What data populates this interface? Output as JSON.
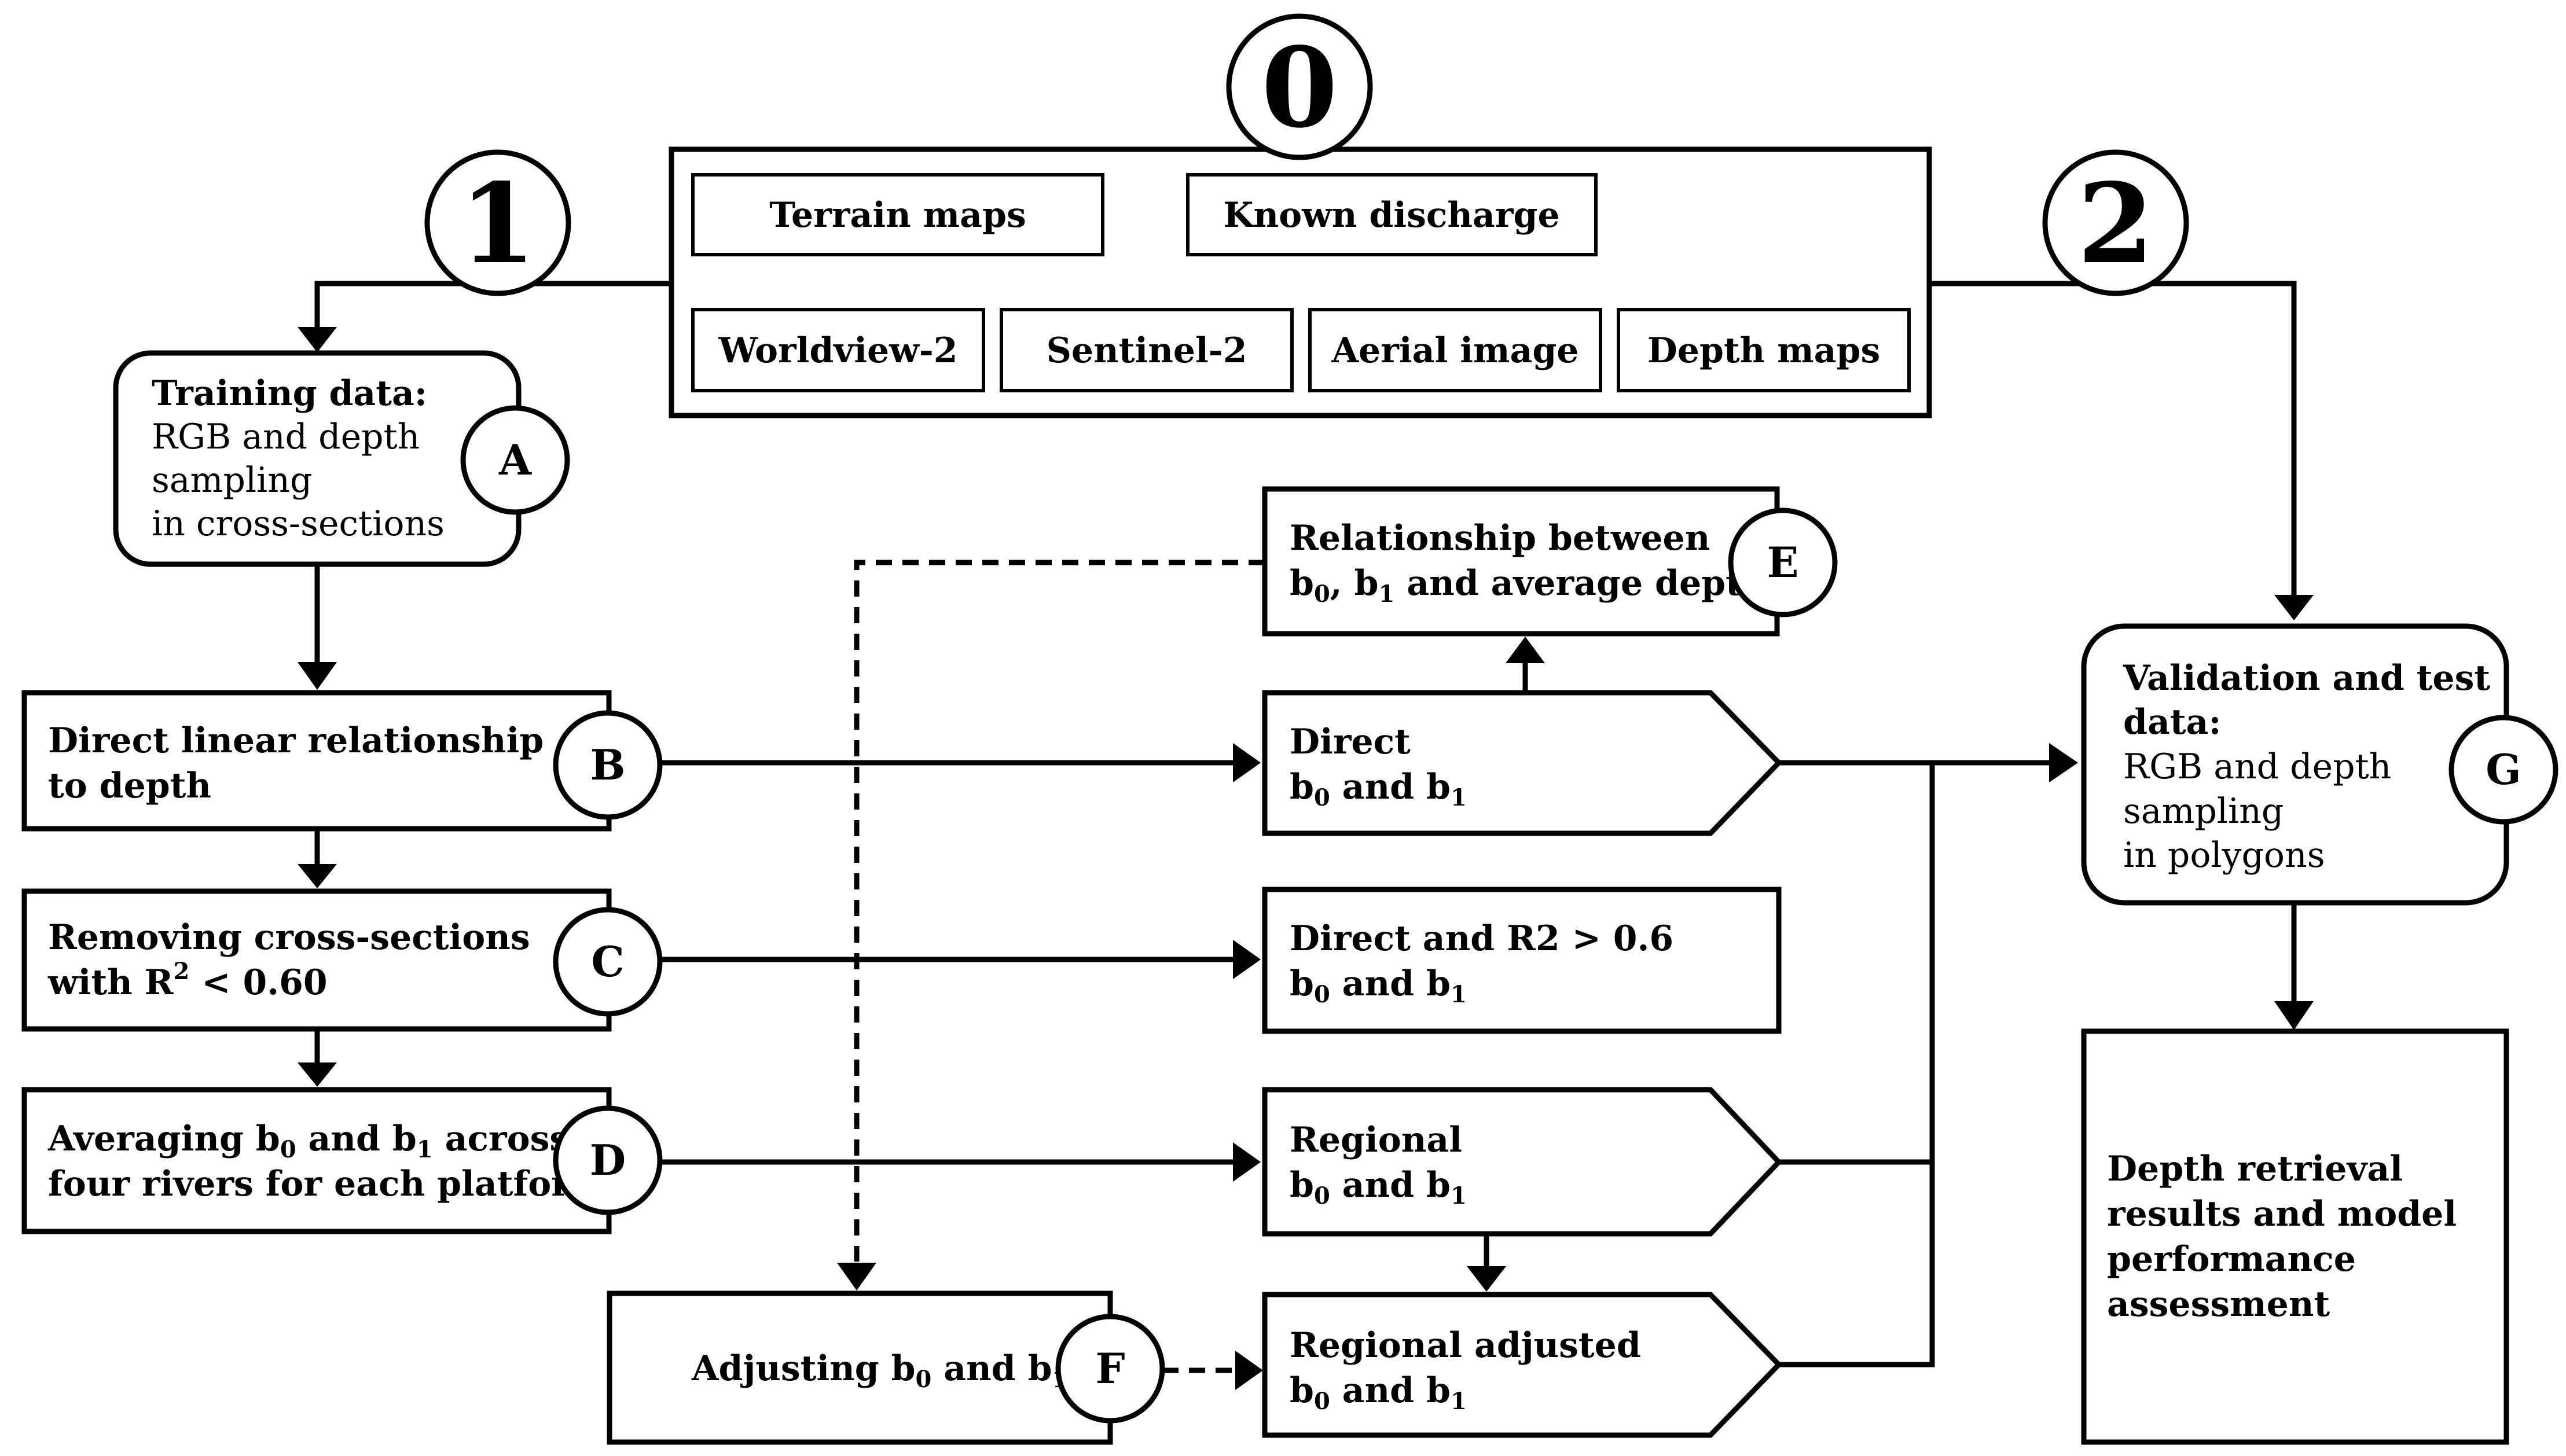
{
  "stages": {
    "s0": "0",
    "s1": "1",
    "s2": "2"
  },
  "inputs": {
    "terrain_maps": "Terrain maps",
    "known_discharge": "Known discharge",
    "worldview2": "Worldview-2",
    "sentinel2": "Sentinel-2",
    "aerial_image": "Aerial image",
    "depth_maps": "Depth maps"
  },
  "steps": {
    "A": {
      "badge": "A",
      "title": "Training data:",
      "lines": [
        "RGB and depth",
        "sampling",
        "in cross-sections"
      ]
    },
    "B": {
      "badge": "B",
      "lines": [
        "Direct linear relationship",
        "to depth"
      ]
    },
    "C": {
      "badge": "C",
      "line1": "Removing cross-sections",
      "line2_pre": "with R",
      "line2_sup": "2",
      "line2_post": " < 0.60"
    },
    "D": {
      "badge": "D",
      "line1_pre": "Averaging b",
      "line1_mid": " and b",
      "line1_post": " across",
      "line2": "four rivers for each platform"
    },
    "E": {
      "badge": "E",
      "line1": "Relationship between",
      "line2_pre": "b",
      "line2_mid": ", b",
      "line2_post": " and average depth"
    },
    "F": {
      "badge": "F",
      "pre": "Adjusting b",
      "mid": " and b"
    },
    "G": {
      "badge": "G",
      "title_line1": "Validation and test",
      "title_line2": "data:",
      "lines": [
        "RGB  and depth",
        "sampling",
        "in polygons"
      ]
    }
  },
  "outputs": {
    "direct": {
      "title": "Direct",
      "pre": "b",
      "mid": " and b"
    },
    "direct_r2": {
      "title": "Direct and R2 > 0.6",
      "pre": "b",
      "mid": " and b"
    },
    "regional": {
      "title": "Regional",
      "pre": "b",
      "mid": " and b"
    },
    "regional_adjusted": {
      "title": "Regional adjusted",
      "pre": "b",
      "mid": " and b"
    }
  },
  "subscripts": {
    "zero": "0",
    "one": "1"
  },
  "result": {
    "lines": [
      "Depth retrieval",
      "results and model",
      "performance",
      "assessment"
    ]
  }
}
